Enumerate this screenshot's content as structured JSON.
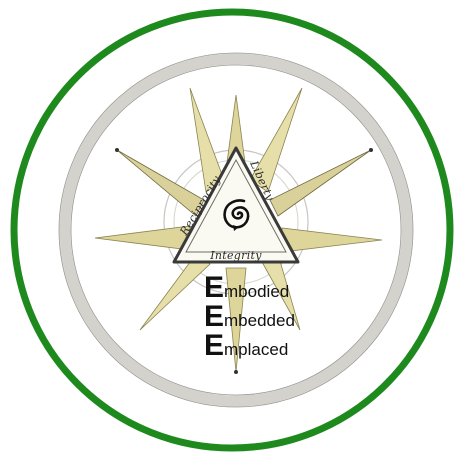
{
  "colors": {
    "outer_ring": "#1e8a1e",
    "inner_ring": "#cfcdc6",
    "star_fill": "#ddd59a",
    "star_stroke": "#8a8450",
    "triangle_stroke": "#3a3a3a",
    "spiral": "#111111"
  },
  "triangle": {
    "left_word": "Reciprocity",
    "right_word": "Liberty",
    "bottom_word": "Integrity",
    "center_icon": "spiral-icon"
  },
  "eee": [
    {
      "initial": "E",
      "rest": "mbodied"
    },
    {
      "initial": "E",
      "rest": "mbedded"
    },
    {
      "initial": "E",
      "rest": "mplaced"
    }
  ]
}
